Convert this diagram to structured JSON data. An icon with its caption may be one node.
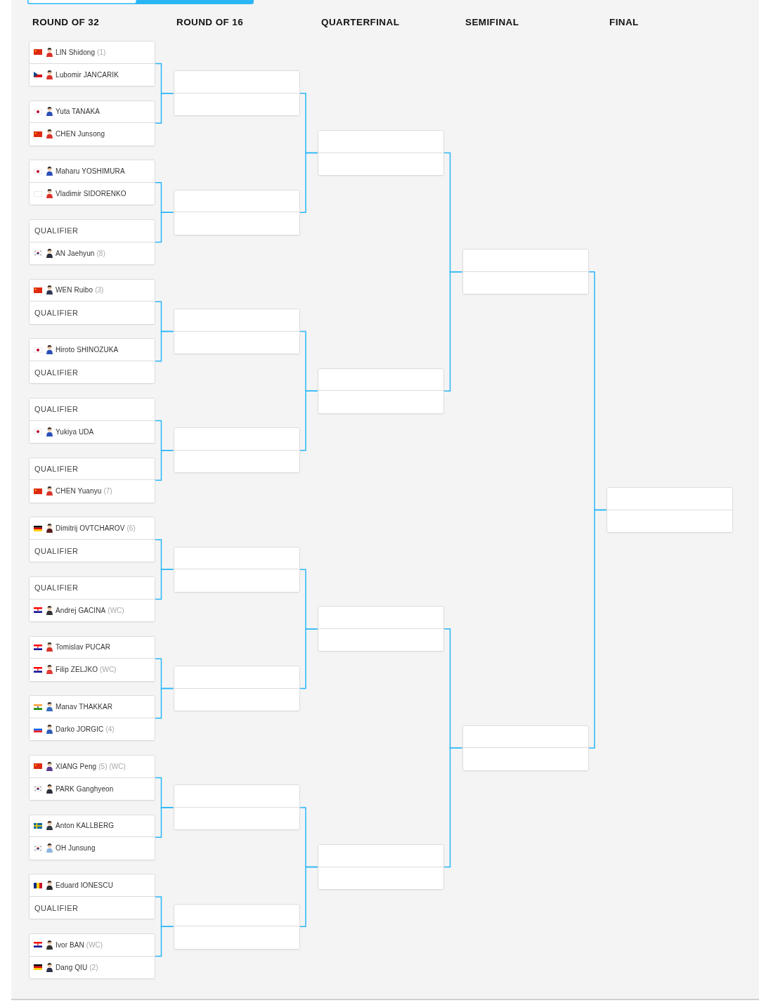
{
  "diagram": {
    "nodes": [
      {
        "text": [],
        "shape": "box"
      },
      {
        "text": [
          "LIN Shidong",
          "(1)"
        ],
        "in": 0
      },
      {
        "text": [
          "Lubomir JANCARIK"
        ],
        "in": 0
      },
      {
        "text": [],
        "shape": "box"
      },
      {
        "text": [
          "Yuta TANAKA"
        ],
        "in": 3
      },
      {
        "text": [
          "CHEN Junsong"
        ],
        "in": 3
      },
      {
        "text": [],
        "shape": "box"
      },
      {
        "text": [
          "Maharu YOSHIMURA"
        ],
        "in": 6
      },
      {
        "text": [
          "Vladimir SIDORENKO"
        ],
        "in": 6
      },
      {
        "text": [],
        "shape": "box"
      },
      {
        "text": [
          "QUALIFIER"
        ],
        "in": 9
      },
      {
        "text": [
          "AN Jaehyun",
          "(8)"
        ],
        "in": 9
      },
      {
        "text": [],
        "shape": "box"
      },
      {
        "text": [
          "WEN Ruibo",
          "(3)"
        ],
        "in": 12
      },
      {
        "text": [
          "QUALIFIER"
        ],
        "in": 12
      },
      {
        "text": [],
        "shape": "box"
      },
      {
        "text": [
          "Hiroto SHINOZUKA"
        ],
        "in": 15
      },
      {
        "text": [
          "QUALIFIER"
        ],
        "in": 15
      },
      {
        "text": [],
        "shape": "box"
      },
      {
        "text": [
          "QUALIFIER"
        ],
        "in": 18
      },
      {
        "text": [
          "Yukiya UDA"
        ],
        "in": 18
      },
      {
        "text": [],
        "shape": "box"
      },
      {
        "text": [
          "QUALIFIER"
        ],
        "in": 21
      },
      {
        "text": [
          "CHEN Yuanyu",
          "(7)"
        ],
        "in": 21
      },
      {
        "text": [],
        "shape": "box"
      },
      {
        "text": [
          "Dimitrij OVTCHAROV",
          "(6)"
        ],
        "in": 24
      },
      {
        "text": [
          "QUALIFIER"
        ],
        "in": 24
      },
      {
        "text": [],
        "shape": "box"
      },
      {
        "text": [
          "QUALIFIER"
        ],
        "in": 27
      },
      {
        "text": [
          "Andrej GACINA",
          "(WC)"
        ],
        "in": 27
      },
      {
        "text": [],
        "shape": "box"
      },
      {
        "text": [
          "Tomislav PUCAR"
        ],
        "in": 30
      },
      {
        "text": [
          "Filip ZELJKO",
          "(WC)"
        ],
        "in": 30
      },
      {
        "text": [],
        "shape": "box"
      },
      {
        "text": [
          "Manav THAKKAR"
        ],
        "in": 33
      },
      {
        "text": [
          "Darko JORGIC",
          "(4)"
        ],
        "in": 33
      },
      {
        "text": [],
        "shape": "box"
      },
      {
        "text": [
          "XIANG Peng",
          "(5)",
          "(WC)"
        ],
        "in": 36
      },
      {
        "text": [
          "PARK Ganghyeon"
        ],
        "in": 36
      },
      {
        "text": [],
        "shape": "box"
      },
      {
        "text": [
          "Anton KALLBERG"
        ],
        "in": 39
      },
      {
        "text": [
          "OH Junsung"
        ],
        "in": 39
      },
      {
        "text": [],
        "shape": "box"
      },
      {
        "text": [
          "Eduard IONESCU"
        ],
        "in": 42
      },
      {
        "text": [
          "QUALIFIER"
        ],
        "in": 42
      },
      {
        "text": [],
        "shape": "box"
      },
      {
        "text": [
          "Ivor BAN",
          "(WC)"
        ],
        "in": 45
      },
      {
        "text": [
          "Dang QIU",
          "(2)"
        ],
        "in": 45
      },
      {
        "text": [],
        "shape": "box"
      },
      {
        "text": [],
        "shape": "box",
        "in": 48
      },
      {
        "text": [],
        "shape": "box",
        "in": 48
      },
      {
        "text": [],
        "shape": "box"
      },
      {
        "text": [],
        "shape": "box",
        "in": 51
      },
      {
        "text": [],
        "shape": "box",
        "in": 51
      },
      {
        "text": [],
        "shape": "box"
      },
      {
        "text": [],
        "shape": "box",
        "in": 54
      },
      {
        "text": [],
        "shape": "box",
        "in": 54
      },
      {
        "text": [],
        "shape": "box"
      },
      {
        "text": [],
        "shape": "box",
        "in": 57
      },
      {
        "text": [],
        "shape": "box",
        "in": 57
      },
      {
        "text": [],
        "shape": "box"
      },
      {
        "text": [],
        "shape": "box",
        "in": 60
      },
      {
        "text": [],
        "shape": "box",
        "in": 60
      },
      {
        "text": [],
        "shape": "box"
      },
      {
        "text": [],
        "shape": "box",
        "in": 63
      },
      {
        "text": [],
        "shape": "box",
        "in": 63
      },
      {
        "text": [],
        "shape": "box"
      },
      {
        "text": [],
        "shape": "box",
        "in": 66
      },
      {
        "text": [],
        "shape": "box",
        "in": 66
      },
      {
        "text": [],
        "shape": "box"
      },
      {
        "text": [],
        "shape": "box",
        "in": 69
      },
      {
        "text": [],
        "shape": "box",
        "in": 69
      },
      {
        "text": [],
        "shape": "box"
      },
      {
        "text": [],
        "shape": "box",
        "in": 72
      },
      {
        "text": [],
        "shape": "box",
        "in": 72
      },
      {
        "text": [],
        "shape": "box"
      },
      {
        "text": [],
        "shape": "box",
        "in": 75
      },
      {
        "text": [],
        "shape": "box",
        "in": 75
      },
      {
        "text": [],
        "shape": "box"
      },
      {
        "text": [],
        "shape": "box",
        "in": 78
      },
      {
        "text": [],
        "shape": "box",
        "in": 78
      },
      {
        "text": [],
        "shape": "box"
      },
      {
        "text": [],
        "shape": "box",
        "in": 81
      },
      {
        "text": [],
        "shape": "box",
        "in": 81
      },
      {
        "text": [],
        "shape": "box"
      },
      {
        "text": [],
        "shape": "box",
        "in": 84
      },
      {
        "text": [],
        "shape": "box",
        "in": 84
      },
      {
        "text": [],
        "shape": "box"
      },
      {
        "text": [],
        "shape": "box",
        "in": 87
      },
      {
        "text": [],
        "shape": "box",
        "in": 87
      },
      {
        "text": [],
        "shape": "box"
      },
      {
        "text": [],
        "shape": "box",
        "in": 90
      },
      {
        "text": [],
        "shape": "box",
        "in": 90
      }
    ],
    "edges": [
      {
        "from": 0,
        "to": 48,
        "arrow": "none"
      },
      {
        "from": 3,
        "to": 48,
        "arrow": "none"
      },
      {
        "from": 6,
        "to": 51,
        "arrow": "none"
      },
      {
        "from": 9,
        "to": 51,
        "arrow": "none"
      },
      {
        "from": 12,
        "to": 54,
        "arrow": "none"
      },
      {
        "from": 15,
        "to": 54,
        "arrow": "none"
      },
      {
        "from": 18,
        "to": 57,
        "arrow": "none"
      },
      {
        "from": 21,
        "to": 57,
        "arrow": "none"
      },
      {
        "from": 24,
        "to": 60,
        "arrow": "none"
      },
      {
        "from": 27,
        "to": 60,
        "arrow": "none"
      },
      {
        "from": 30,
        "to": 63,
        "arrow": "none"
      },
      {
        "from": 33,
        "to": 63,
        "arrow": "none"
      },
      {
        "from": 36,
        "to": 66,
        "arrow": "none"
      },
      {
        "from": 39,
        "to": 66,
        "arrow": "none"
      },
      {
        "from": 42,
        "to": 69,
        "arrow": "none"
      },
      {
        "from": 45,
        "to": 69,
        "arrow": "none"
      },
      {
        "from": 48,
        "to": 72,
        "arrow": "none"
      },
      {
        "from": 51,
        "to": 72,
        "arrow": "none"
      },
      {
        "from": 54,
        "to": 75,
        "arrow": "none"
      },
      {
        "from": 57,
        "to": 75,
        "arrow": "none"
      },
      {
        "from": 60,
        "to": 78,
        "arrow": "none"
      },
      {
        "from": 63,
        "to": 78,
        "arrow": "none"
      },
      {
        "from": 66,
        "to": 81,
        "arrow": "none"
      },
      {
        "from": 69,
        "to": 81,
        "arrow": "none"
      },
      {
        "from": 72,
        "to": 84,
        "arrow": "none"
      },
      {
        "from": 75,
        "to": 84,
        "arrow": "none"
      },
      {
        "from": 78,
        "to": 87,
        "arrow": "none"
      },
      {
        "from": 81,
        "to": 87,
        "arrow": "none"
      },
      {
        "from": 84,
        "to": 90,
        "arrow": "none"
      },
      {
        "from": 87,
        "to": 90,
        "arrow": "none"
      }
    ],
    "labels": [
      "ROUND OF 32",
      "ROUND OF 16",
      "QUARTERFINAL",
      "SEMIFINAL",
      "FINAL"
    ]
  }
}
